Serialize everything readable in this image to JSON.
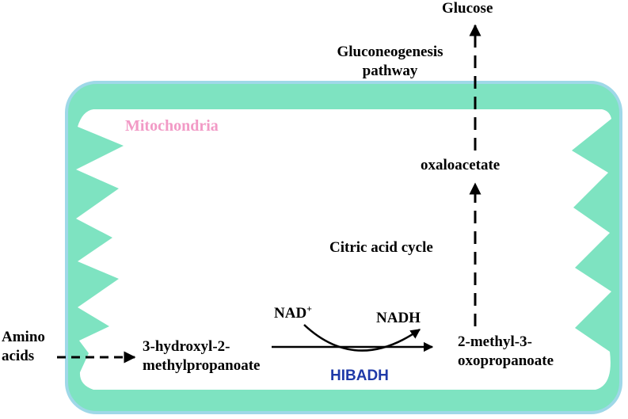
{
  "labels": {
    "glucose": "Glucose",
    "gluconeogenesis_line1": "Gluconeogenesis",
    "gluconeogenesis_line2": "pathway",
    "mitochondria": "Mitochondria",
    "oxaloacetate": "oxaloacetate",
    "citric_acid_cycle": "Citric acid cycle",
    "amino_line1": "Amino",
    "amino_line2": "acids",
    "hydroxyl_line1": "3-hydroxyl-2-",
    "hydroxyl_line2": "methylpropanoate",
    "nad_base": "NAD",
    "nad_sup": "+",
    "nadh": "NADH",
    "methyl_line1": "2-methyl-3-",
    "methyl_line2": "oxopropanoate",
    "enzyme": "HIBADH"
  },
  "colors": {
    "mitochondria_fill": "#7ee3c1",
    "mitochondria_edge": "#9fd8e8",
    "mitochondria_label": "#f29ac6",
    "enzyme_label": "#1f3aa8",
    "arrow": "#000000"
  }
}
